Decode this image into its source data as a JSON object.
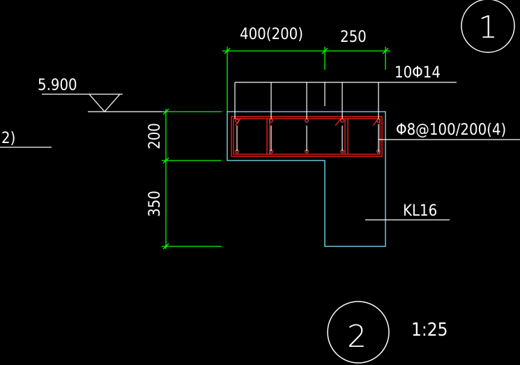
{
  "drawing": {
    "elevation_label": "5.900",
    "left_fragment": "2)",
    "top_dim_left": "400(200)",
    "top_dim_right": "250",
    "left_dim_top": "200",
    "left_dim_bottom": "350",
    "rebar_top_label": "10Φ14",
    "stirrup_label": "Φ8@100/200(4)",
    "beam_label": "KL16",
    "section_number_top": "1",
    "section_number_bottom": "2",
    "scale_label": "1:25"
  },
  "colors": {
    "background": "#000000",
    "dimension": "#00ff00",
    "outline": "#7fe9ff",
    "rebar": "#ff2020",
    "text": "#ffffff"
  }
}
